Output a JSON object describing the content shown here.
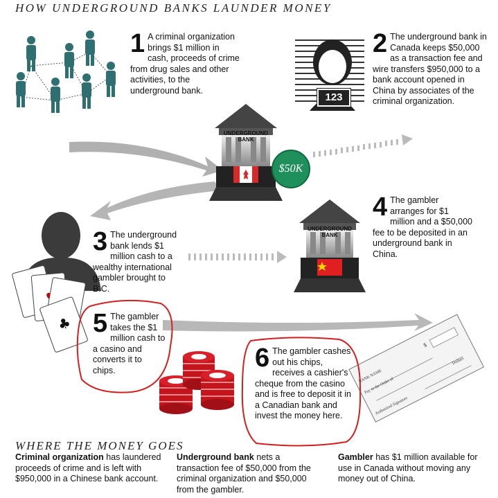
{
  "title": "HOW UNDERGROUND BANKS LAUNDER MONEY",
  "steps": [
    {
      "num": "1",
      "text": "A criminal organization brings $1 million in cash, proceeds of crime from drug sales and other activities, to the underground bank."
    },
    {
      "num": "2",
      "text": "The underground bank in Canada keeps $50,000 as a transaction fee and wire transfers $950,000 to a bank account opened in China by associates of the criminal organization."
    },
    {
      "num": "3",
      "text": "The underground bank lends $1 million cash to a wealthy international gambler brought to B.C."
    },
    {
      "num": "4",
      "text": "The gambler arranges for $1 million and a $50,000 fee to be deposited in an underground bank in China."
    },
    {
      "num": "5",
      "text": "The gambler takes the $1 million cash to a casino and converts it to chips."
    },
    {
      "num": "6",
      "text": "The gambler cashes out his chips, receives a cashier's cheque from the casino and is free to deposit it in a Canadian bank and invest the money here."
    }
  ],
  "bank_label": "UNDERGROUND BANK",
  "fee_bubble": "$50K",
  "mugshot_number": "123",
  "cheque": {
    "bank": "BANK NAME",
    "pay_to": "Pay to the Order of",
    "dollars": "Dollars",
    "signature": "Authorized Signature",
    "dollar_sign": "$"
  },
  "subtitle": "WHERE THE MONEY GOES",
  "summary": [
    {
      "bold": "Criminal organization",
      "text": " has laundered proceeds of crime and is left with $950,000 in a Chinese bank account."
    },
    {
      "bold": "Underground bank",
      "text": " nets a transaction fee of $50,000 from the criminal organization and $50,000 from the gambler."
    },
    {
      "bold": "Gambler",
      "text": " has $1 million available for use in Canada without moving any money out of China."
    }
  ],
  "colors": {
    "accent_green": "#1f8f5b",
    "people_teal": "#2f6f72",
    "highlight_red": "#d21f1f"
  }
}
